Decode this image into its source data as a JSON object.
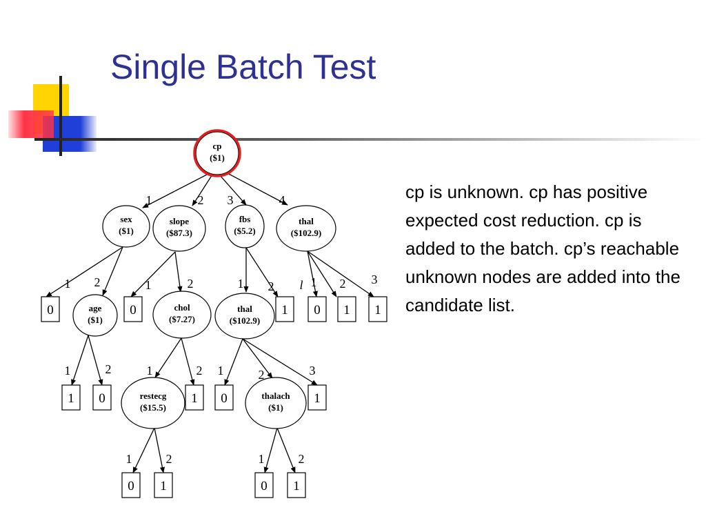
{
  "title": "Single Batch Test",
  "description": "cp is unknown. cp has positive expected cost reduction. cp is added to the batch. cp’s reachable unknown nodes are added into the candidate list.",
  "colors": {
    "title": "#2e3192",
    "highlight": "#e02020",
    "deco_yellow": "#ffd400",
    "deco_blue": "#1f3fd8",
    "deco_red": "#ff3344"
  },
  "tree": {
    "nodes": [
      {
        "id": "cp",
        "type": "attr",
        "name": "cp",
        "cost": "($1)",
        "highlight": true
      },
      {
        "id": "sex",
        "type": "attr",
        "name": "sex",
        "cost": "($1)"
      },
      {
        "id": "slope",
        "type": "attr",
        "name": "slope",
        "cost": "($87.3)"
      },
      {
        "id": "fbs",
        "type": "attr",
        "name": "fbs",
        "cost": "($5.2)"
      },
      {
        "id": "thal1",
        "type": "attr",
        "name": "thal",
        "cost": "($102.9)"
      },
      {
        "id": "age",
        "type": "attr",
        "name": "age",
        "cost": "($1)"
      },
      {
        "id": "chol",
        "type": "attr",
        "name": "chol",
        "cost": "($7.27)"
      },
      {
        "id": "thal2",
        "type": "attr",
        "name": "thal",
        "cost": "($102.9)"
      },
      {
        "id": "restecg",
        "type": "attr",
        "name": "restecg",
        "cost": "($15.5)"
      },
      {
        "id": "thalach",
        "type": "attr",
        "name": "thalach",
        "cost": "($1)"
      },
      {
        "id": "l1",
        "type": "leaf",
        "value": "0"
      },
      {
        "id": "l2",
        "type": "leaf",
        "value": "0"
      },
      {
        "id": "l3",
        "type": "leaf",
        "value": "1"
      },
      {
        "id": "l4",
        "type": "leaf",
        "value": "0"
      },
      {
        "id": "l5",
        "type": "leaf",
        "value": "1"
      },
      {
        "id": "l6",
        "type": "leaf",
        "value": "1"
      },
      {
        "id": "l7",
        "type": "leaf",
        "value": "1"
      },
      {
        "id": "l8",
        "type": "leaf",
        "value": "0"
      },
      {
        "id": "l9",
        "type": "leaf",
        "value": "1"
      },
      {
        "id": "l10",
        "type": "leaf",
        "value": "0"
      },
      {
        "id": "l11",
        "type": "leaf",
        "value": "1"
      },
      {
        "id": "l12",
        "type": "leaf",
        "value": "0"
      },
      {
        "id": "l13",
        "type": "leaf",
        "value": "1"
      },
      {
        "id": "l14",
        "type": "leaf",
        "value": "0"
      },
      {
        "id": "l15",
        "type": "leaf",
        "value": "1"
      }
    ],
    "edges": [
      {
        "from": "cp",
        "to": "sex",
        "label": "1"
      },
      {
        "from": "cp",
        "to": "slope",
        "label": "2"
      },
      {
        "from": "cp",
        "to": "fbs",
        "label": "3"
      },
      {
        "from": "cp",
        "to": "thal1",
        "label": "4"
      },
      {
        "from": "sex",
        "to": "l1",
        "label": "1"
      },
      {
        "from": "sex",
        "to": "age",
        "label": "2"
      },
      {
        "from": "slope",
        "to": "l2",
        "label": "1"
      },
      {
        "from": "slope",
        "to": "chol",
        "label": "2"
      },
      {
        "from": "fbs",
        "to": "thal2",
        "label": "1"
      },
      {
        "from": "fbs",
        "to": "l3",
        "label": "2"
      },
      {
        "from": "thal1",
        "to": "l4",
        "label": "1"
      },
      {
        "from": "thal1",
        "to": "l5",
        "label": "2"
      },
      {
        "from": "thal1",
        "to": "l6",
        "label": "3"
      },
      {
        "from": "age",
        "to": "l7",
        "label": "1"
      },
      {
        "from": "age",
        "to": "l8",
        "label": "2"
      },
      {
        "from": "chol",
        "to": "restecg",
        "label": "1"
      },
      {
        "from": "chol",
        "to": "l9",
        "label": "2"
      },
      {
        "from": "thal2",
        "to": "l10",
        "label": "1"
      },
      {
        "from": "thal2",
        "to": "thalach",
        "label": "2"
      },
      {
        "from": "thal2",
        "to": "l11",
        "label": "3"
      },
      {
        "from": "restecg",
        "to": "l12",
        "label": "1"
      },
      {
        "from": "restecg",
        "to": "l13",
        "label": "2"
      },
      {
        "from": "thalach",
        "to": "l14",
        "label": "1"
      },
      {
        "from": "thalach",
        "to": "l15",
        "label": "2"
      }
    ],
    "stray_mark": "l"
  }
}
